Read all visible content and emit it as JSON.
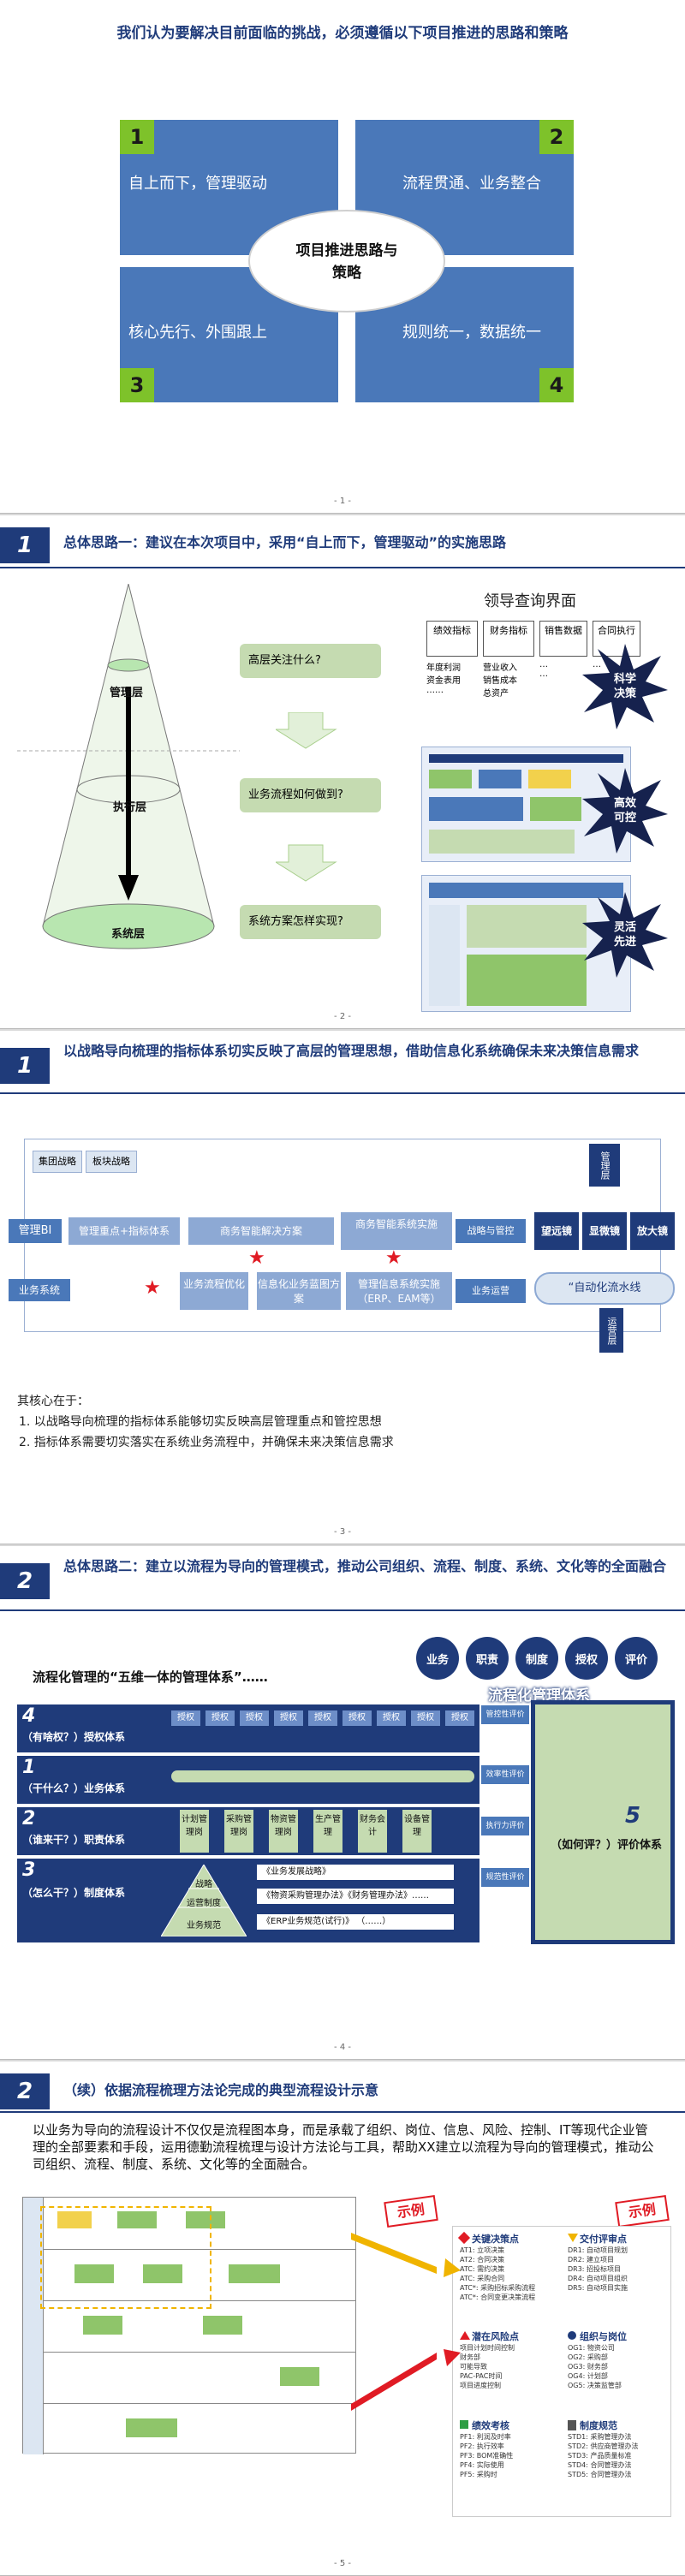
{
  "slide1": {
    "title": "我们认为要解决目前面临的挑战，必须遵循以下项目推进的思路和策略",
    "quads": [
      {
        "num": "1",
        "text": "自上而下，管理驱动"
      },
      {
        "num": "2",
        "text": "流程贯通、业务整合"
      },
      {
        "num": "3",
        "text": "核心先行、外围跟上"
      },
      {
        "num": "4",
        "text": "规则统一，数据统一"
      }
    ],
    "center": "项目推进思路与策略",
    "page": "- 1 -"
  },
  "slide2": {
    "num": "1",
    "title": "总体思路一：建议在本次项目中，采用“自上而下，管理驱动”的实施思路",
    "layers": [
      "管理层",
      "执行层",
      "系统层"
    ],
    "questions": [
      "高层关注什么?",
      "业务流程如何做到?",
      "系统方案怎样实现?"
    ],
    "dash_title": "领导查询界面",
    "dash_cols": [
      {
        "head": "绩效指标",
        "items": [
          "年度利润",
          "资金表用",
          "……"
        ]
      },
      {
        "head": "财务指标",
        "items": [
          "营业收入",
          "销售成本",
          "总资产"
        ]
      },
      {
        "head": "销售数据",
        "items": [
          "…",
          "…"
        ]
      },
      {
        "head": "合同执行",
        "items": [
          "…"
        ]
      }
    ],
    "stars": [
      "科学决策",
      "高效可控",
      "灵活先进"
    ],
    "page": "- 2 -"
  },
  "slide3": {
    "num": "1",
    "title": "以战略导向梳理的指标体系切实反映了高层的管理思想，借助信息化系统确保未来决策信息需求",
    "tags": [
      "集团战略",
      "板块战略"
    ],
    "left_label": "管理BI",
    "row1": [
      "管理重点+指标体系",
      "商务智能解决方案",
      "商务智能系统实施"
    ],
    "row2": [
      "业务流程优化",
      "信息化业务蓝图方案",
      "管理信息系统实施（ERP、EAM等）"
    ],
    "arrow_top": "战略与管控",
    "arrow_bottom": "业务运营",
    "bottom_left": "业务系统",
    "lenses": [
      "望远镜",
      "显微镜",
      "放大镜"
    ],
    "mgmt": "管理层",
    "ops": "运营层",
    "pipeline": "“自动化流水线",
    "core_title": "其核心在于：",
    "core_items": [
      "1.   以战略导向梳理的指标体系能够切实反映高层管理重点和管控思想",
      "2.   指标体系需要切实落实在系统业务流程中，并确保未来决策信息需求"
    ],
    "page": "- 3 -"
  },
  "slide4": {
    "num": "2",
    "title": "总体思路二：建立以流程为导向的管理模式，推动公司组织、流程、制度、系统、文化等的全面融合",
    "subtitle": "流程化管理的“五维一体的管理体系”……",
    "gears": [
      "业务",
      "职责",
      "制度",
      "授权",
      "评价"
    ],
    "gear_caption": "流程化管理体系",
    "rows": [
      {
        "num": "4",
        "label": "（有啥权？）授权体系",
        "tag": "管控性评价"
      },
      {
        "num": "1",
        "label": "（干什么？）业务体系",
        "tag": "效率性评价"
      },
      {
        "num": "2",
        "label": "（谁来干？）职责体系",
        "tag": "执行力评价"
      },
      {
        "num": "3",
        "label": "（怎么干？）制度体系",
        "tag": "规范性评价"
      }
    ],
    "auth_chips": [
      "授权",
      "授权",
      "授权",
      "授权",
      "授权",
      "授权",
      "授权",
      "授权",
      "授权"
    ],
    "posts": [
      "计划管理岗",
      "采购管理岗",
      "物资管理岗",
      "生产管理",
      "财务会计",
      "设备管理"
    ],
    "pyramid": [
      "战略",
      "运营制度",
      "业务规范"
    ],
    "rules": [
      "《业务发展战略》",
      "《物资采购管理办法》《财务管理办法》……",
      "《ERP业务规范(试行)》 （……）"
    ],
    "eval_num": "5",
    "eval_label": "（如何评？）评价体系",
    "page": "- 4 -"
  },
  "slide5": {
    "num": "2",
    "title": "（续）依据流程梳理方法论完成的典型流程设计示意",
    "para": "以业务为导向的流程设计不仅仅是流程图本身，而是承载了组织、岗位、信息、风险、控制、IT等现代企业管理的全部要素和手段，运用德勤流程梳理与设计方法论与工具，帮助XX建立以流程为导向的管理模式，推动公司组织、流程、制度、系统、文化等的全面融合。",
    "example": "示例",
    "sections": [
      {
        "title": "关键决策点",
        "lines": [
          "AT1: 立项决策",
          "AT2: 合同决策",
          "ATC: 需约决策",
          "ATC: 采购合同",
          "ATC*: 采购招标采购流程",
          "ATC*: 合同变更决策流程"
        ]
      },
      {
        "title": "交付评审点",
        "lines": [
          "DR1: 自动项目规划",
          "DR2: 建立项目",
          "DR3: 招投标项目",
          "DR4: 自动项目组织",
          "DR5: 自动项目实施"
        ]
      },
      {
        "title": "潜在风险点",
        "lines": [
          "项目计划时间控制",
          "财务部",
          "可能导致",
          "PAC-PAC时间",
          "项目进度控制"
        ]
      },
      {
        "title": "组织与岗位",
        "lines": [
          "OG1: 物资公司",
          "OG2: 采购部",
          "OG3: 财务部",
          "OG4: 计划部",
          "OG5: 决策监管部"
        ]
      },
      {
        "title": "绩效考核",
        "lines": [
          "PF1: 利润及时率",
          "PF2: 执行效率",
          "PF3: BOM准确性",
          "PF4: 实际使用",
          "PF5: 采购时"
        ]
      },
      {
        "title": "制度规范",
        "lines": [
          "STD1: 采购管理办法",
          "STD2: 供应商管理办法",
          "STD3: 产品质量标准",
          "STD4: 合同管理办法",
          "STD5: 合同管理办法"
        ]
      }
    ],
    "page": "- 5 -"
  }
}
